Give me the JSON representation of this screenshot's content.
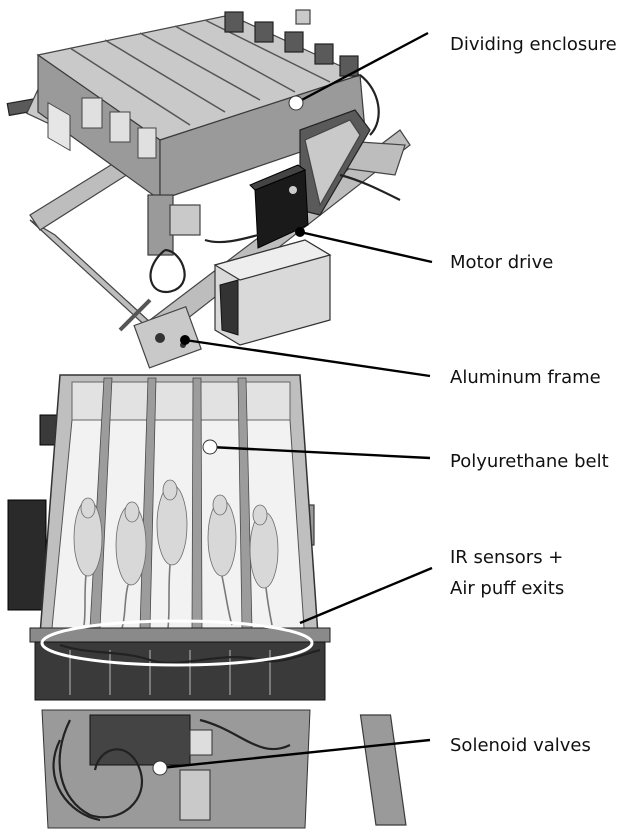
{
  "labels": {
    "dividing_enclosure": "Dividing enclosure",
    "motor_drive": "Motor drive",
    "aluminum_frame": "Aluminum frame",
    "polyurethane_belt": "Polyurethane belt",
    "ir_sensors_line1": "IR sensors +",
    "ir_sensors_line2": "Air puff exits",
    "solenoid_valves": "Solenoid valves"
  },
  "colors": {
    "leader": "#000000",
    "marker_fill": "#ffffff",
    "text": "#111111"
  }
}
